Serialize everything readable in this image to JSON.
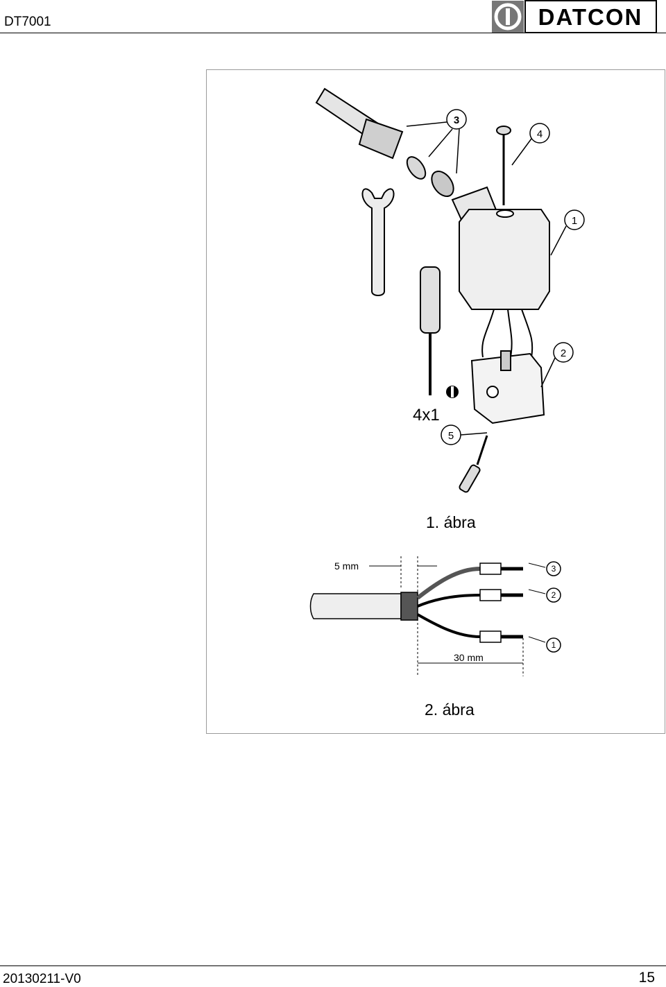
{
  "header": {
    "doc_code": "DT7001",
    "logo_text": "DATCON"
  },
  "figure1": {
    "caption": "1. ábra",
    "labels": [
      "1",
      "2",
      "3",
      "4",
      "5"
    ],
    "tool_note": "4x1"
  },
  "figure2": {
    "caption": "2. ábra",
    "labels": [
      "1",
      "2",
      "3"
    ],
    "dim_strip": "5 mm",
    "dim_wire": "30 mm"
  },
  "footer": {
    "revision": "20130211-V0",
    "page_number": "15"
  }
}
